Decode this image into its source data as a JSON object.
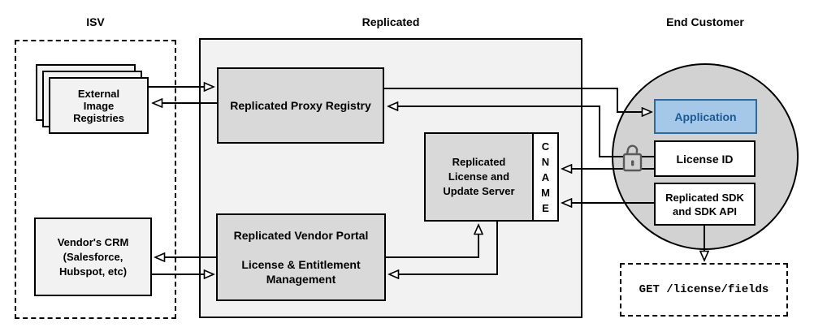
{
  "sections": {
    "isv": "ISV",
    "replicated": "Replicated",
    "end_customer": "End Customer"
  },
  "nodes": {
    "external_image_registries": {
      "lines": [
        "External",
        "Image",
        "Registries"
      ]
    },
    "vendors_crm": {
      "lines": [
        "Vendor's CRM",
        "(Salesforce,",
        "Hubspot, etc)"
      ]
    },
    "replicated_proxy_registry": {
      "label": "Replicated Proxy Registry"
    },
    "replicated_license_update_server": {
      "lines": [
        "Replicated",
        "License and",
        "Update Server"
      ]
    },
    "cname": {
      "letters": [
        "C",
        "N",
        "A",
        "M",
        "E"
      ]
    },
    "replicated_vendor_portal": {
      "title": "Replicated Vendor Portal",
      "lines": [
        "License & Entitlement",
        "Management"
      ]
    },
    "application": {
      "label": "Application"
    },
    "license_id": {
      "label": "License ID"
    },
    "replicated_sdk": {
      "lines": [
        "Replicated SDK",
        "and SDK API"
      ]
    },
    "get_license_fields": {
      "label": "GET /license/fields"
    }
  },
  "icons": {
    "unlock": "open-padlock-icon"
  },
  "colors": {
    "container_fill": "#f2f2f2",
    "node_fill_gray": "#d9d9d9",
    "circle_fill": "#d2d2d2",
    "application_fill": "#a6c8e8",
    "application_border": "#2b6ba5",
    "application_text": "#1a5a96",
    "line": "#000000",
    "lock_stroke": "#595959"
  },
  "edges": [
    {
      "from": "external_image_registries",
      "to": "replicated_proxy_registry"
    },
    {
      "from": "replicated_proxy_registry",
      "to": "external_image_registries"
    },
    {
      "from": "replicated_proxy_registry",
      "to": "application"
    },
    {
      "from": "license_id",
      "to": "replicated_proxy_registry"
    },
    {
      "from": "license_id",
      "to": "cname"
    },
    {
      "from": "replicated_sdk",
      "to": "cname"
    },
    {
      "from": "replicated_sdk",
      "to": "get_license_fields"
    },
    {
      "from": "replicated_vendor_portal",
      "to": "replicated_license_update_server"
    },
    {
      "from": "replicated_license_update_server",
      "to": "replicated_vendor_portal"
    },
    {
      "from": "replicated_vendor_portal",
      "to": "vendors_crm"
    },
    {
      "from": "vendors_crm",
      "to": "replicated_vendor_portal"
    }
  ]
}
